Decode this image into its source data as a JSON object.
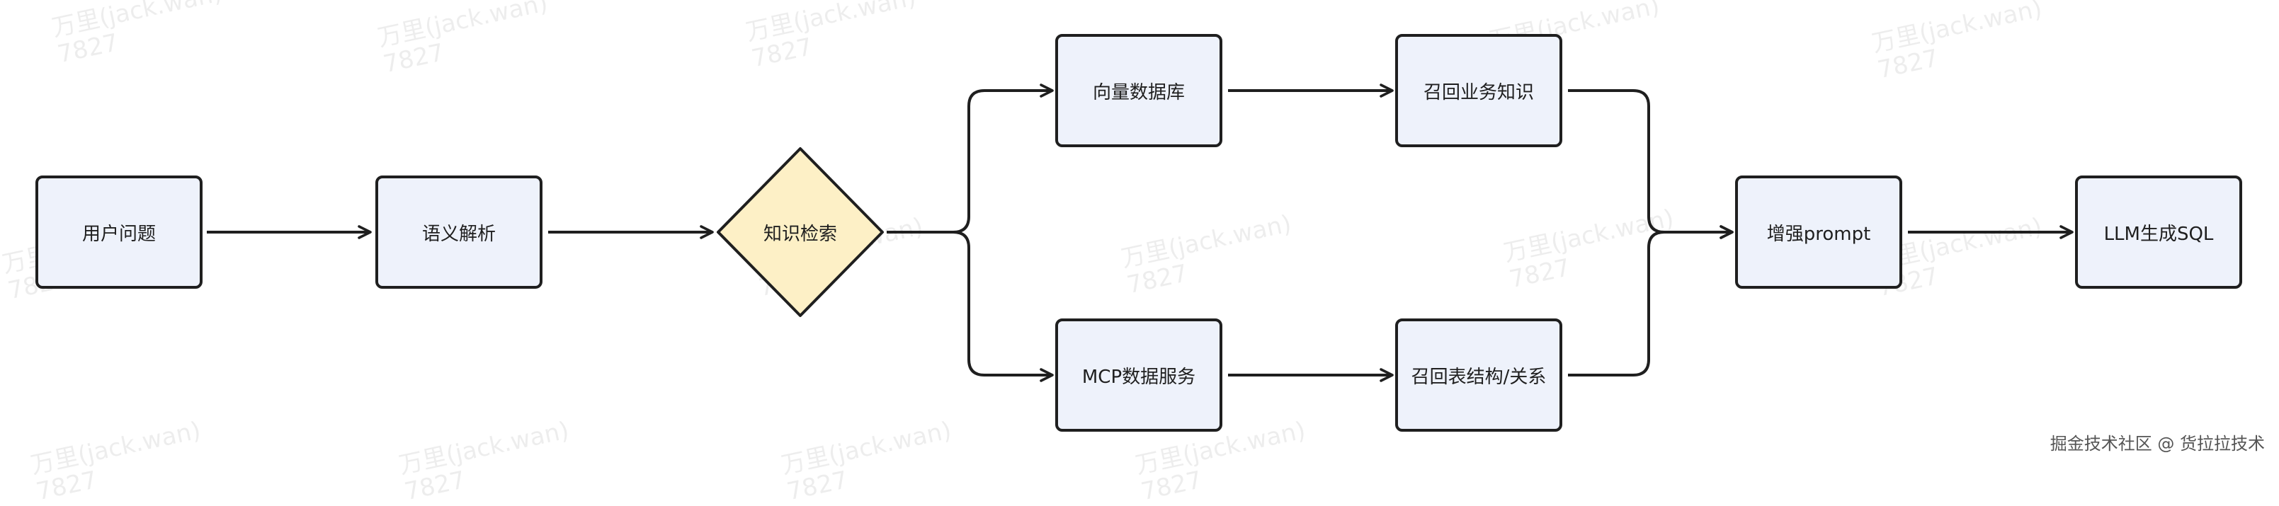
{
  "diagram": {
    "nodes": [
      {
        "id": "user-question",
        "label": "用户问题",
        "shape": "rect"
      },
      {
        "id": "semantic-parse",
        "label": "语义解析",
        "shape": "rect"
      },
      {
        "id": "knowledge-search",
        "label": "知识检索",
        "shape": "diamond"
      },
      {
        "id": "vector-db",
        "label": "向量数据库",
        "shape": "rect"
      },
      {
        "id": "mcp-service",
        "label": "MCP数据服务",
        "shape": "rect"
      },
      {
        "id": "recall-business",
        "label": "召回业务知识",
        "shape": "rect"
      },
      {
        "id": "recall-schema",
        "label": "召回表结构/关系",
        "shape": "rect"
      },
      {
        "id": "augment-prompt",
        "label": "增强prompt",
        "shape": "rect"
      },
      {
        "id": "llm-sql",
        "label": "LLM生成SQL",
        "shape": "rect"
      }
    ],
    "edges": [
      {
        "from": "user-question",
        "to": "semantic-parse"
      },
      {
        "from": "semantic-parse",
        "to": "knowledge-search"
      },
      {
        "from": "knowledge-search",
        "to": "vector-db"
      },
      {
        "from": "knowledge-search",
        "to": "mcp-service"
      },
      {
        "from": "vector-db",
        "to": "recall-business"
      },
      {
        "from": "mcp-service",
        "to": "recall-schema"
      },
      {
        "from": "recall-business",
        "to": "augment-prompt"
      },
      {
        "from": "recall-schema",
        "to": "augment-prompt"
      },
      {
        "from": "augment-prompt",
        "to": "llm-sql"
      }
    ],
    "colors": {
      "node_fill": "#eef2fb",
      "decision_fill": "#fdf0c6",
      "stroke": "#1f1f1f"
    }
  },
  "watermark": {
    "text": "万里(jack.wan)\n7827"
  },
  "footer": {
    "credit": "掘金技术社区 @ 货拉拉技术"
  }
}
